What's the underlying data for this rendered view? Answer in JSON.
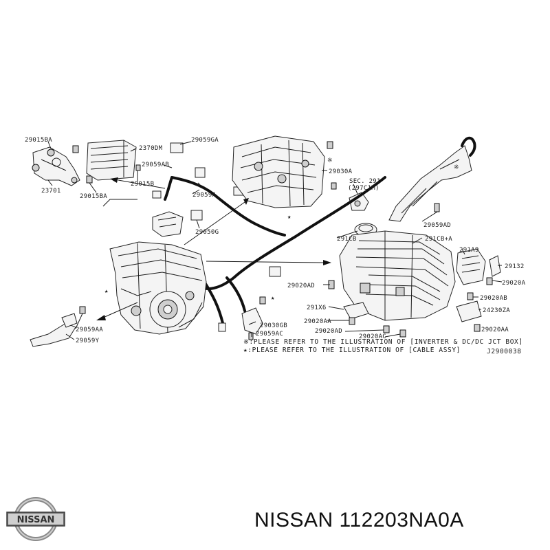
{
  "diagram": {
    "callouts": {
      "c_290158a_top": "29015BA",
      "c_23700m": "2370DM",
      "c_29059gca": "29059GA",
      "c_29059ab": "29059AB",
      "c_29015b": "29015B",
      "c_23701": "23701",
      "c_29015ba": "29015BA",
      "c_29059a": "29059A",
      "c_29050g": "29050G",
      "c_29030a": "29030A",
      "c_sec291": "SEC. 291",
      "c_sec291b": "(297C1M)",
      "c_29059ad": "29059AD",
      "c_291cb": "291CB",
      "c_291cba": "291CB+A",
      "c_291a9": "291A9",
      "c_29132": "29132",
      "c_29020a": "29020A",
      "c_29020ad": "29020AD",
      "c_29020ab": "29020AB",
      "c_291x6": "291X6",
      "c_24230za": "24230ZA",
      "c_29020aa_l": "29020AA",
      "c_29020aa_r": "29020AA",
      "c_29020ad_b": "29020AD",
      "c_29020ac": "29020AC",
      "c_29059aa": "29059AA",
      "c_29059y": "29059Y",
      "c_29030gb": "29030GB",
      "c_29059ac": "29059AC"
    },
    "notes": {
      "note1": "※:PLEASE REFER TO THE ILLUSTRATION OF [INVERTER & DC/DC JCT BOX]",
      "note2": "★:PLEASE REFER TO THE ILLUSTRATION OF [CABLE ASSY]"
    },
    "figure_code": "J2900038"
  },
  "footer": {
    "brand_logo_text": "NISSAN",
    "part_title": "NISSAN 112203NA0A"
  }
}
